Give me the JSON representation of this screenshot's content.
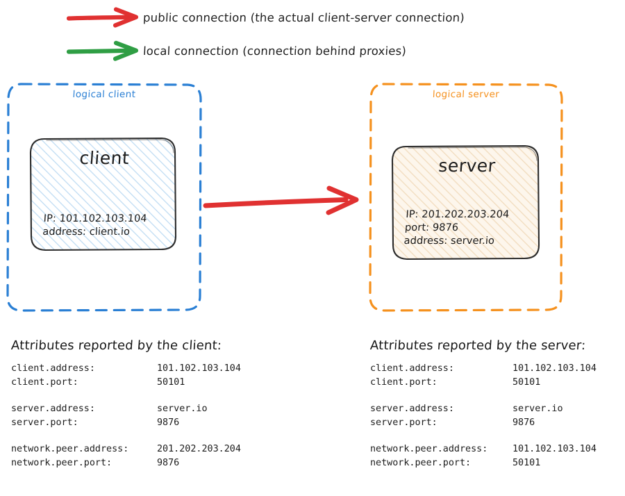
{
  "legend": {
    "items": [
      {
        "icon": "arrow-right-icon",
        "color": "#e03131",
        "label": "public connection (the actual client-server connection)"
      },
      {
        "icon": "arrow-right-icon",
        "color": "#2f9e44",
        "label": "local connection (connection behind proxies)"
      }
    ]
  },
  "diagram": {
    "connection_arrow": {
      "name": "public-connection-arrow",
      "color": "#e03131",
      "direction": "client-to-server"
    },
    "client_group": {
      "label": "logical client",
      "border_color": "#2a7fd4",
      "node": {
        "title": "client",
        "fill_color": "#d3e7f7",
        "lines": [
          "IP: 101.102.103.104",
          "address: client.io"
        ]
      }
    },
    "server_group": {
      "label": "logical server",
      "border_color": "#f5911e",
      "node": {
        "title": "server",
        "fill_color": "#f5d9b5",
        "lines": [
          "IP: 201.202.203.204",
          "port: 9876",
          "address: server.io"
        ]
      }
    }
  },
  "attributes": {
    "client": {
      "heading": "Attributes reported by the client:",
      "groups": [
        [
          {
            "key": "client.address:",
            "value": "101.102.103.104"
          },
          {
            "key": "client.port:",
            "value": "50101"
          }
        ],
        [
          {
            "key": "server.address:",
            "value": "server.io"
          },
          {
            "key": "server.port:",
            "value": "9876"
          }
        ],
        [
          {
            "key": "network.peer.address:",
            "value": "201.202.203.204"
          },
          {
            "key": "network.peer.port:",
            "value": "9876"
          }
        ]
      ]
    },
    "server": {
      "heading": "Attributes reported by the server:",
      "groups": [
        [
          {
            "key": "client.address:",
            "value": "101.102.103.104"
          },
          {
            "key": "client.port:",
            "value": "50101"
          }
        ],
        [
          {
            "key": "server.address:",
            "value": "server.io"
          },
          {
            "key": "server.port:",
            "value": "9876"
          }
        ],
        [
          {
            "key": "network.peer.address:",
            "value": "101.102.103.104"
          },
          {
            "key": "network.peer.port:",
            "value": "50101"
          }
        ]
      ]
    }
  }
}
